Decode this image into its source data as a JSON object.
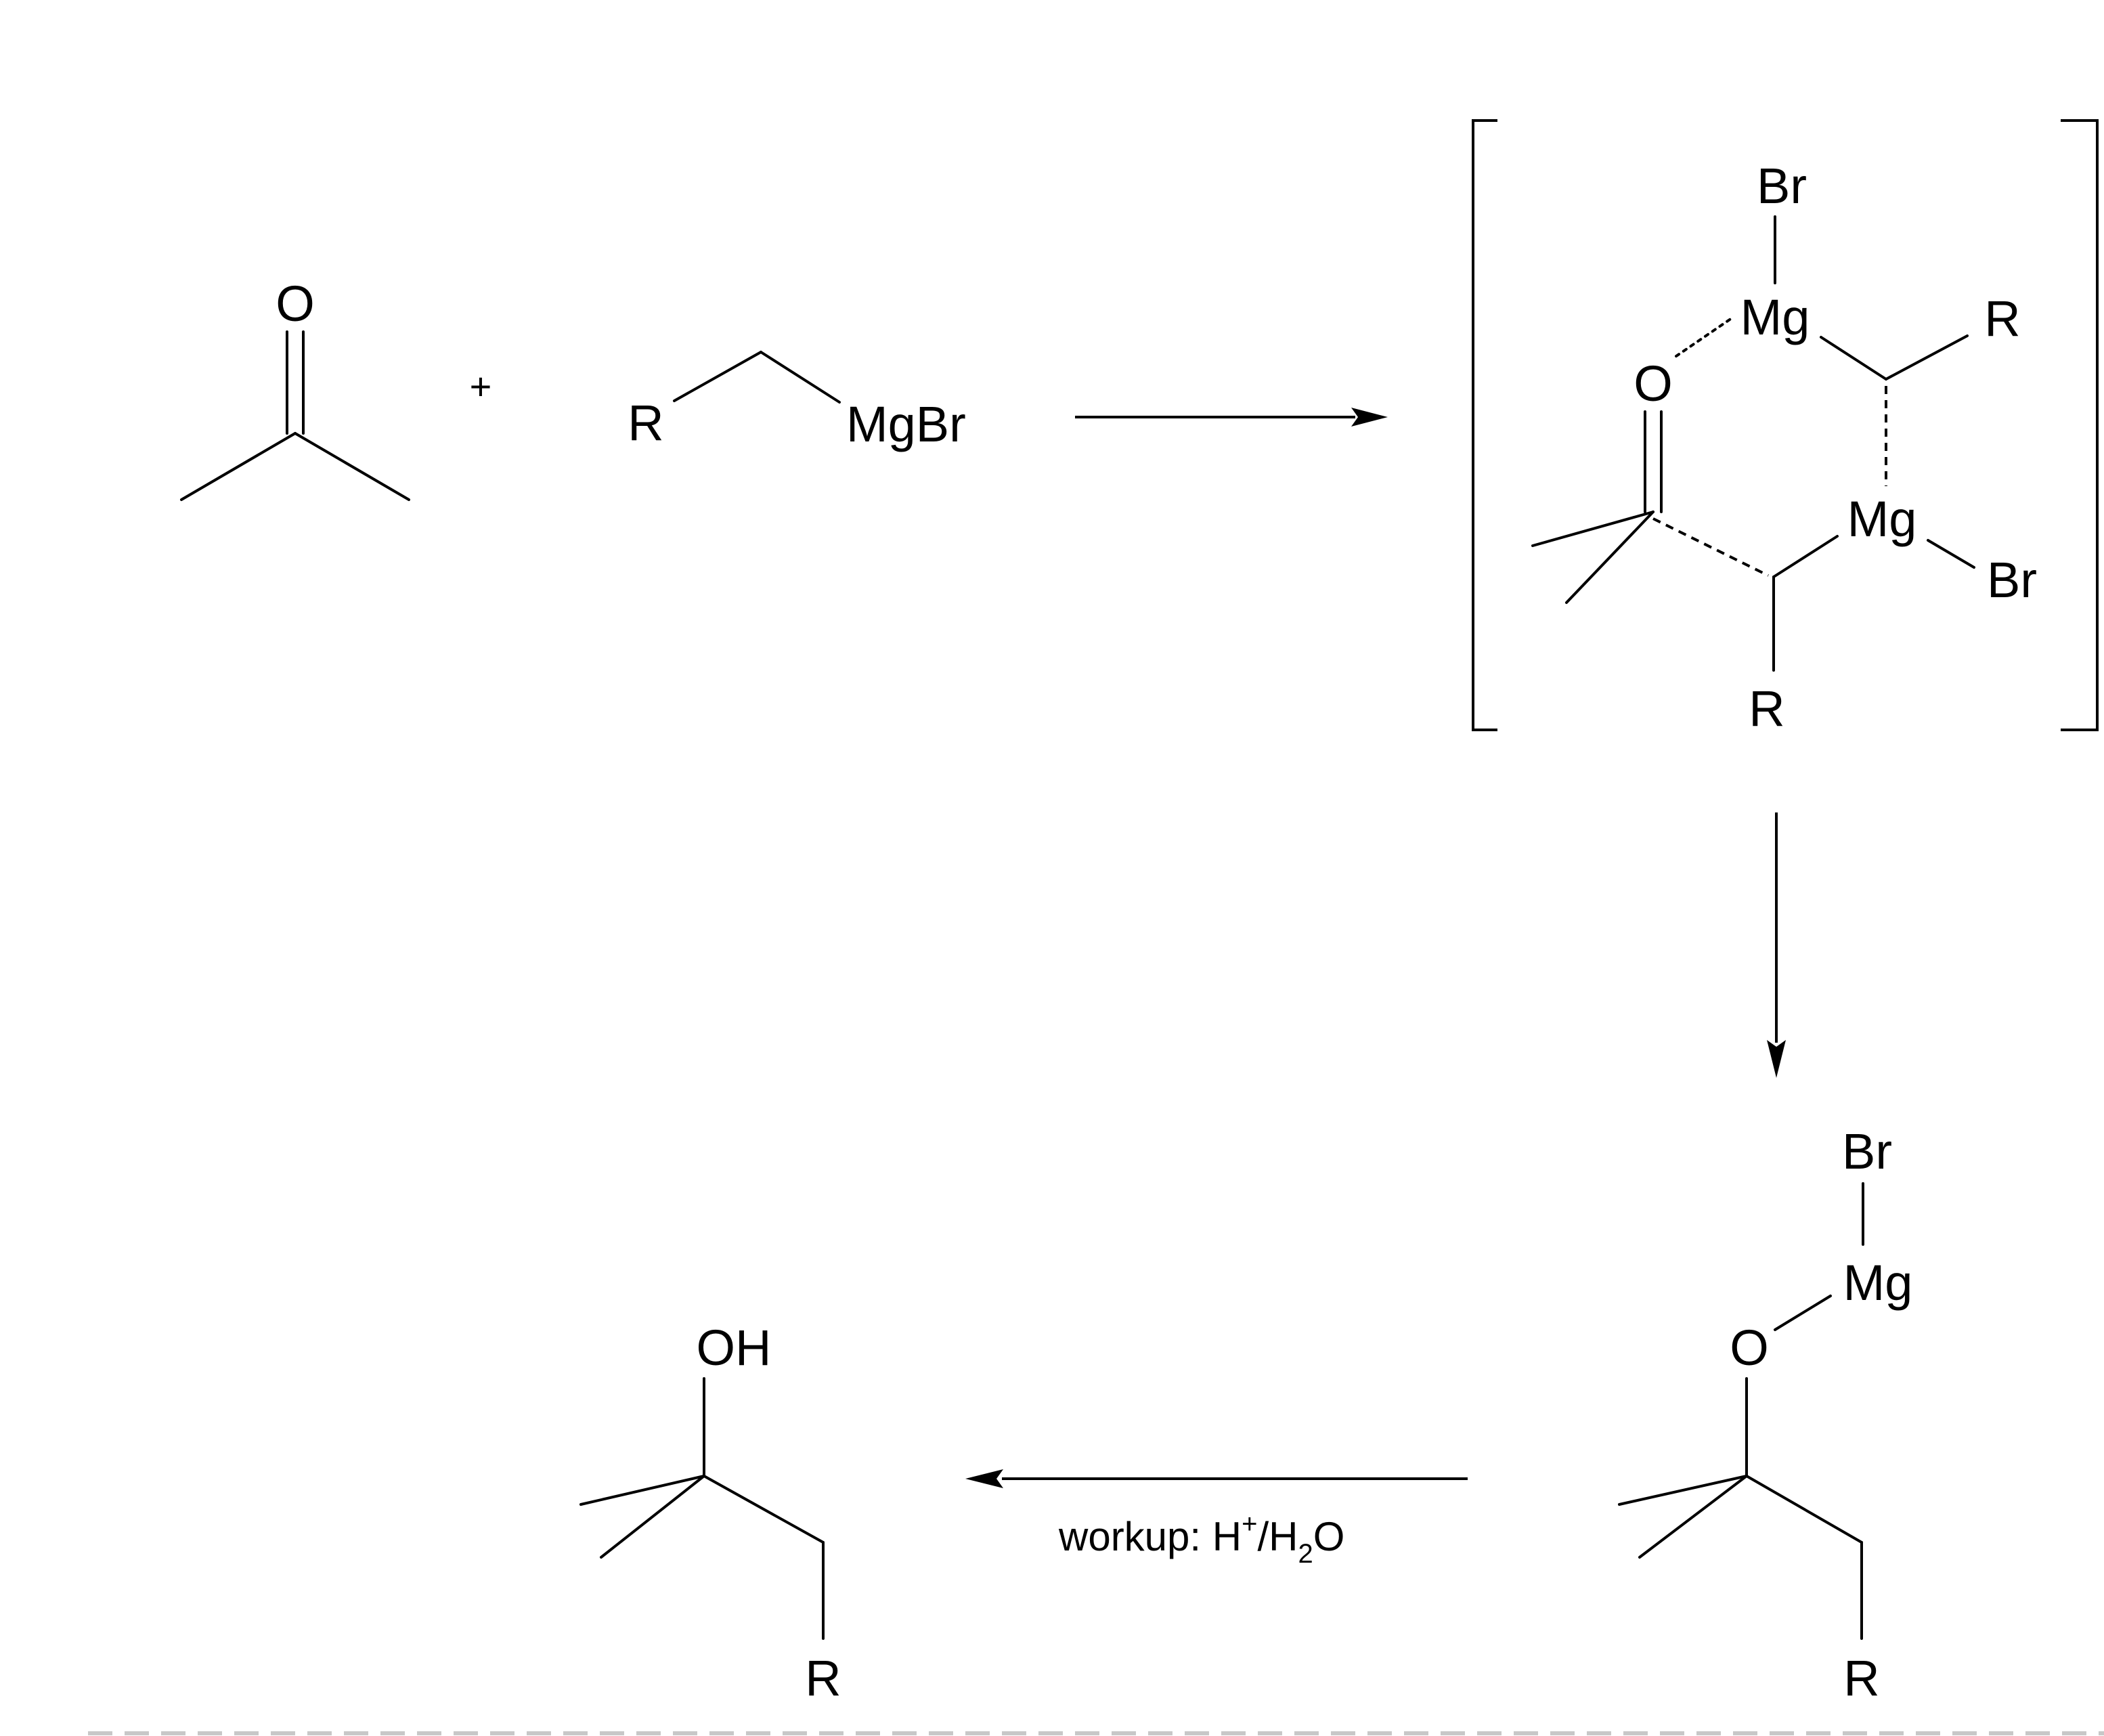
{
  "reactants": {
    "ketone": {
      "oxygen": "O"
    },
    "plus_sign": "+",
    "grignard": {
      "r_group": "R",
      "metal": "MgBr"
    }
  },
  "transition_state": {
    "top_br": "Br",
    "top_mg": "Mg",
    "right_r": "R",
    "oxygen": "O",
    "lower_mg": "Mg",
    "lower_br": "Br",
    "bottom_r": "R"
  },
  "alkoxide": {
    "br": "Br",
    "mg": "Mg",
    "oxygen": "O",
    "r_group": "R"
  },
  "product": {
    "hydroxyl": "OH",
    "r_group": "R"
  },
  "workup": {
    "prefix": "workup: H",
    "charge": "+",
    "middle": "/H",
    "subscript": "2",
    "suffix": "O"
  }
}
